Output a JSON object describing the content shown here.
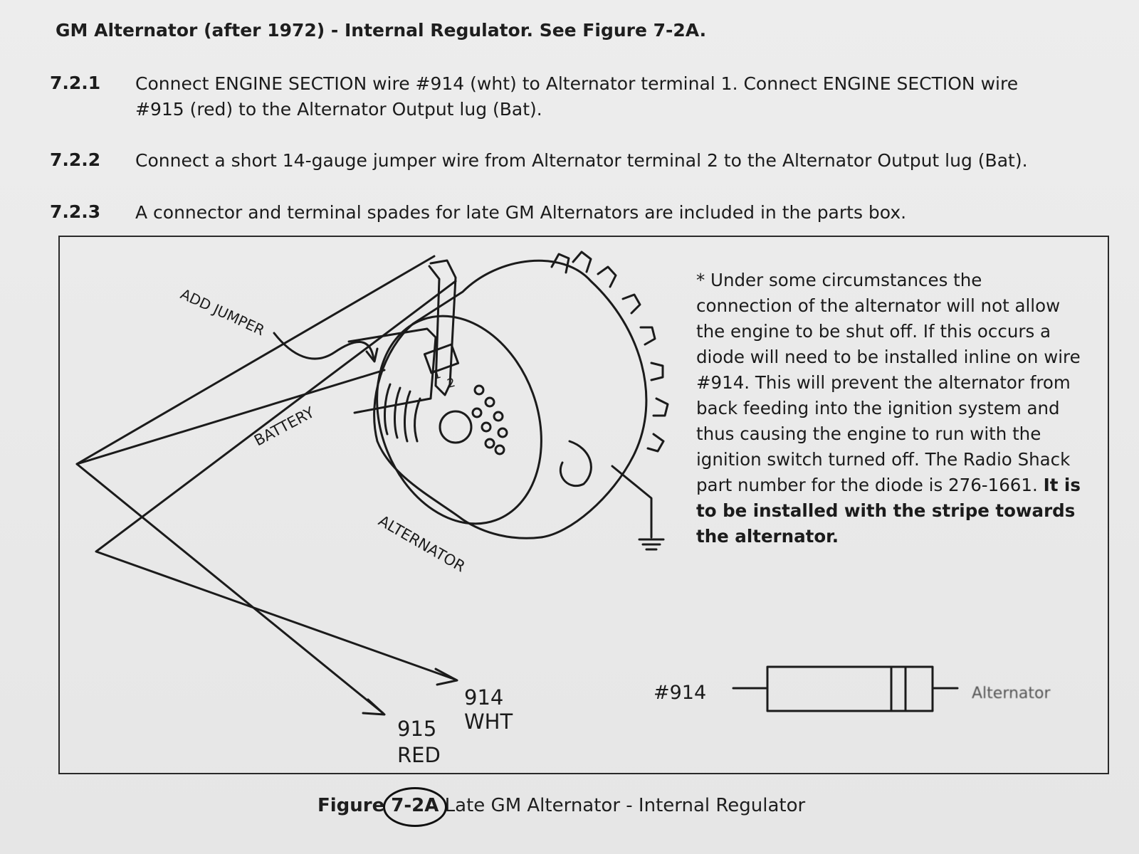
{
  "heading": "GM Alternator (after 1972) - Internal Regulator. See Figure 7-2A.",
  "steps": [
    {
      "num": "7.2.1",
      "text": "Connect ENGINE SECTION wire #914 (wht) to Alternator terminal 1. Connect ENGINE SECTION wire #915 (red) to the Alternator Output lug (Bat)."
    },
    {
      "num": "7.2.2",
      "text": "Connect a short 14-gauge jumper wire from Alternator terminal 2 to the Alternator Output lug (Bat)."
    },
    {
      "num": "7.2.3",
      "text": "A connector and terminal spades for late GM Alternators are included in the parts box."
    }
  ],
  "diagram": {
    "add_jumper": "ADD JUMPER",
    "battery": "BATTERY",
    "alternator": "ALTERNATOR",
    "terminal_1": "1",
    "terminal_2": "2",
    "wire_914_num": "914",
    "wire_914_color": "WHT",
    "wire_915_num": "915",
    "wire_915_color": "RED",
    "diode_wire": "#914",
    "diode_end": "Alternator"
  },
  "note": {
    "text": "* Under some circumstances the connection of the alternator will not allow the engine to be shut off. If this occurs a diode will need to be installed inline on wire #914. This will prevent the alternator from back feeding into the ignition system and thus causing the engine to run with the ignition switch turned off. The Radio Shack part number for the diode is 276-1661.",
    "bold": "It is to be installed with the stripe towards the alternator."
  },
  "caption": {
    "label": "Figure 7-2A",
    "title": " Late GM Alternator - Internal Regulator"
  },
  "colors": {
    "ink": "#1b1b1b",
    "paper": "#e9e9e9"
  }
}
